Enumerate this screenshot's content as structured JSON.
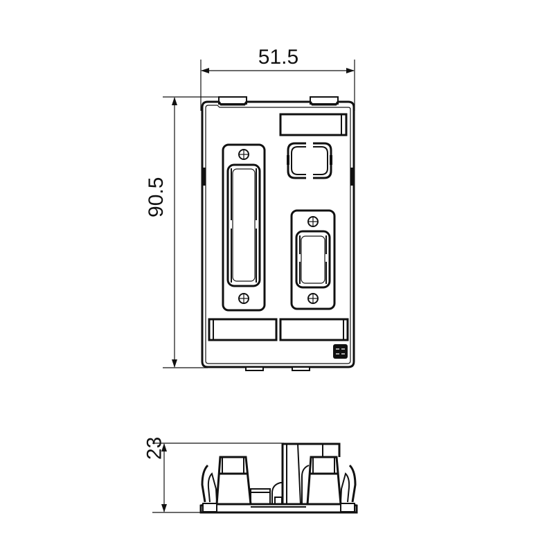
{
  "drawing": {
    "type": "technical dimension drawing",
    "views": [
      "top view",
      "side view"
    ],
    "dimensions": {
      "width": {
        "label": "51.5"
      },
      "height": {
        "label": "90.5"
      },
      "depth": {
        "label": "23"
      }
    },
    "colors": {
      "line": "#111111",
      "background": "#ffffff"
    }
  }
}
